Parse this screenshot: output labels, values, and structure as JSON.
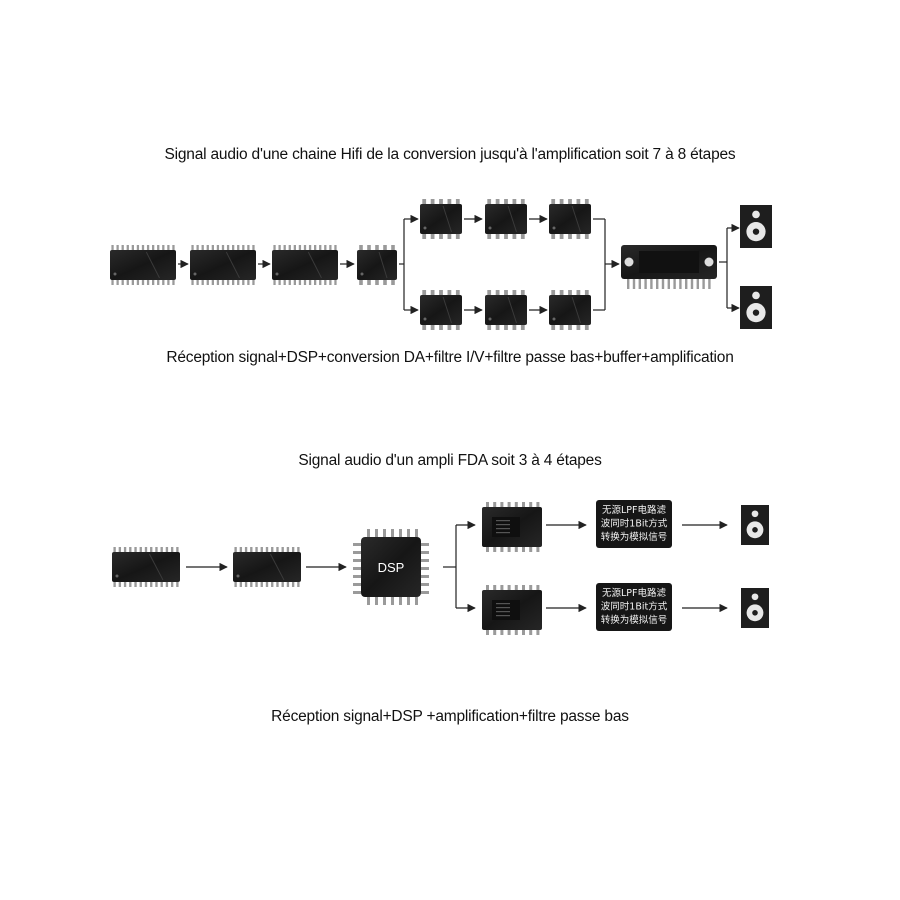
{
  "section1": {
    "title": "Signal audio d'une chaine Hifi de la conversion jusqu'à l'amplification soit 7 à 8 étapes",
    "caption": "Réception signal+DSP+conversion DA+filtre I/V+filtre passe bas+buffer+amplification"
  },
  "section2": {
    "title": "Signal audio d'un ampli FDA soit 3 à 4 étapes",
    "caption": "Réception signal+DSP +amplification+filtre passe bas",
    "dsp_label": "DSP",
    "filter_box": {
      "lines": [
        "无源LPF电路滤",
        "波同时1Bit方式",
        "转换为模拟信号"
      ]
    }
  },
  "icons": {
    "chip": "ic-chip-icon",
    "speaker": "speaker-icon",
    "arrow": "arrow-right-icon"
  },
  "colors": {
    "chip": "#1c1c1c",
    "pin": "#9a9a9a",
    "line": "#222222",
    "background": "#ffffff"
  }
}
